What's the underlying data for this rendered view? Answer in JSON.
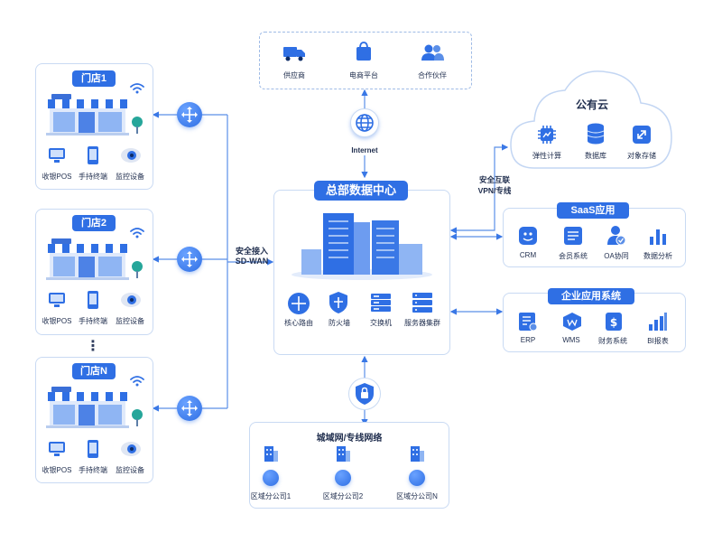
{
  "stores": [
    {
      "title": "门店1",
      "devices": [
        "收银POS",
        "手持终端",
        "监控设备"
      ]
    },
    {
      "title": "门店2",
      "devices": [
        "收银POS",
        "手持终端",
        "监控设备"
      ]
    },
    {
      "title": "门店N",
      "devices": [
        "收银POS",
        "手持终端",
        "监控设备"
      ]
    }
  ],
  "ellipsis": "⋮",
  "sdwan_label": [
    "安全接入",
    "SD-WAN"
  ],
  "partners": {
    "items": [
      "供应商",
      "电商平台",
      "合作伙伴"
    ]
  },
  "internet_label": "Internet",
  "datacenter": {
    "title": "总部数据中心",
    "components": [
      "核心路由",
      "防火墙",
      "交换机",
      "服务器集群"
    ]
  },
  "cloud": {
    "title": "公有云",
    "items": [
      "弹性计算",
      "数据库",
      "对象存储"
    ]
  },
  "vpn_label": [
    "安全互联",
    "VPN/专线"
  ],
  "saas": {
    "title": "SaaS应用",
    "items": [
      "CRM",
      "会员系统",
      "OA协同",
      "数据分析"
    ]
  },
  "enterprise": {
    "title": "企业应用系统",
    "items": [
      "ERP",
      "WMS",
      "财务系统",
      "BI报表"
    ]
  },
  "metro": {
    "title": "城域网/专线网络",
    "branches": [
      "区域分公司1",
      "区域分公司2",
      "区域分公司N"
    ]
  },
  "colors": {
    "accent": "#2f6fe4",
    "border": "#c9daf3",
    "line": "#5b8fe8"
  }
}
